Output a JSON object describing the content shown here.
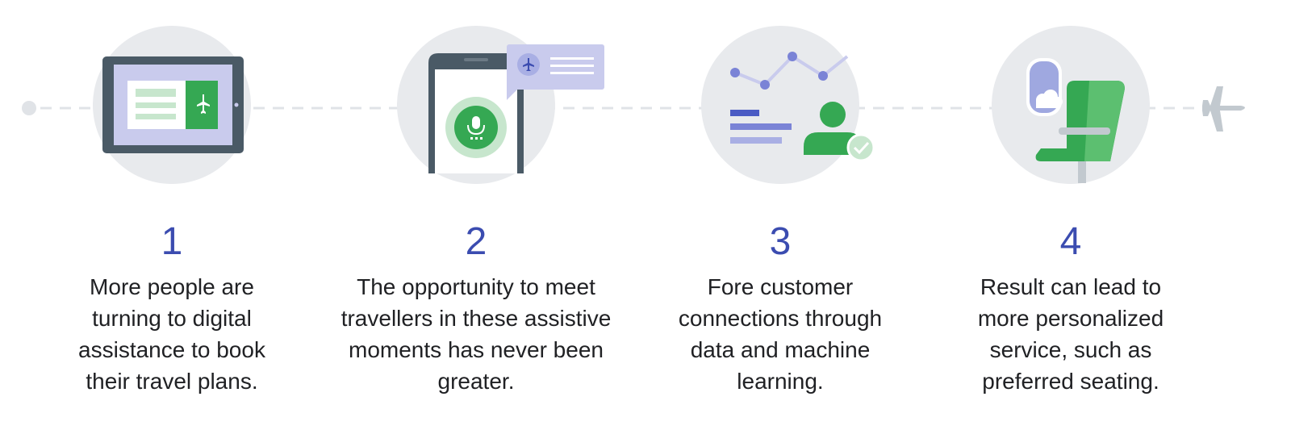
{
  "colors": {
    "number": "#3b4cb0",
    "text": "#202124",
    "circle": "#e8eaed",
    "dash": "#e0e3e7",
    "green": "#35a853",
    "lightGreen": "#c7e6cd",
    "lavender": "#c9cbed",
    "periwinkle": "#7a83d6",
    "slate": "#4a5a66",
    "plane": "#c2c9cf"
  },
  "icons": [
    "tablet-boarding-pass-icon",
    "phone-voice-assistant-icon",
    "analytics-customer-icon",
    "airplane-seat-icon",
    "airplane-icon"
  ],
  "steps": [
    {
      "number": "1",
      "text": "More people are turning to digital assistance to book their travel plans."
    },
    {
      "number": "2",
      "text": "The opportunity to meet travellers in these assistive moments has never been greater."
    },
    {
      "number": "3",
      "text": "Fore customer connections through data and machine learning."
    },
    {
      "number": "4",
      "text": "Result can lead to more personalized service, such as preferred seating."
    }
  ]
}
